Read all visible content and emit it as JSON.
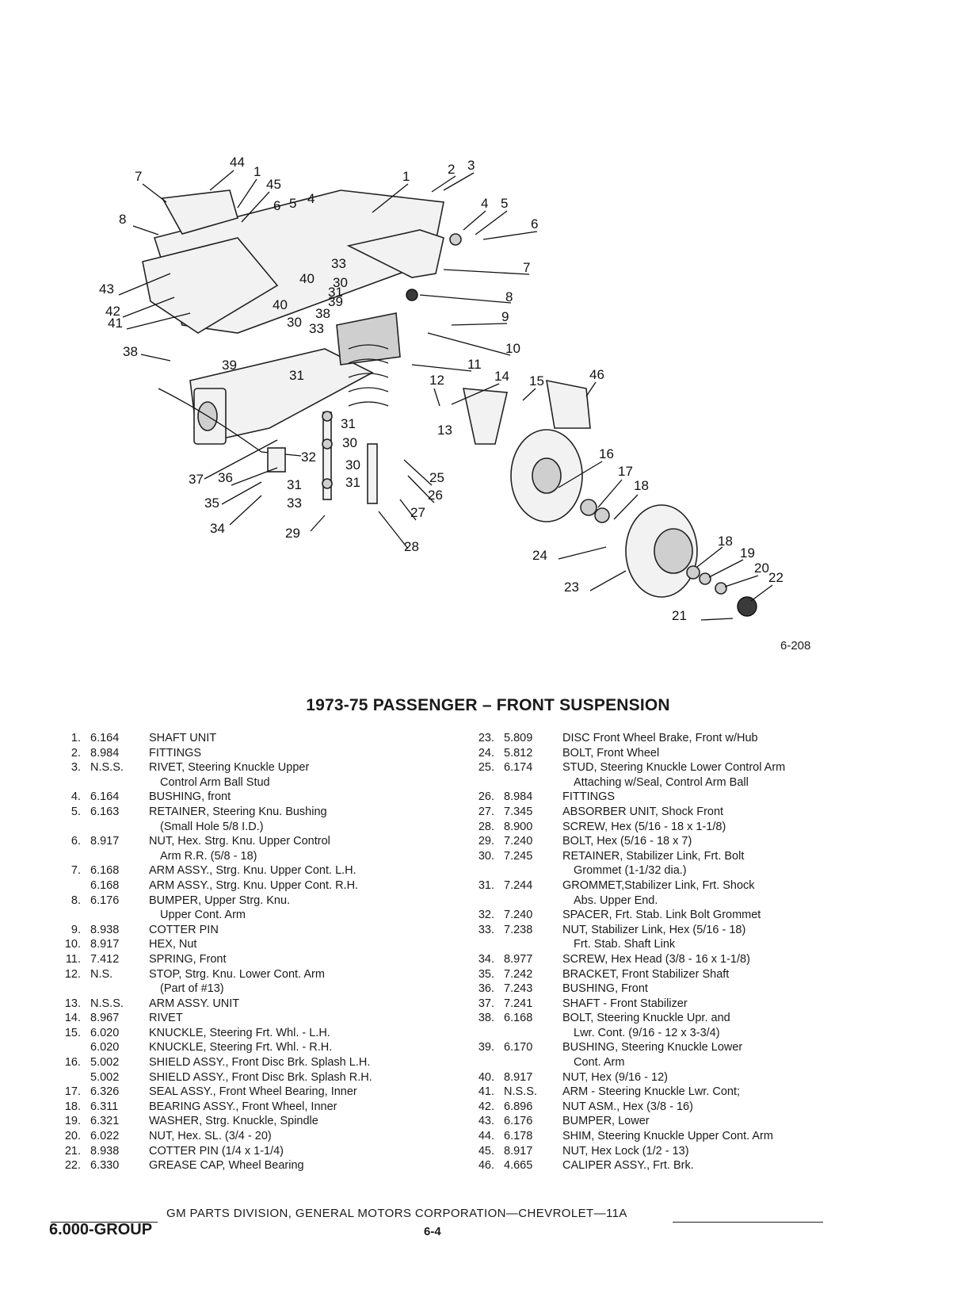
{
  "figure": {
    "code": "6-208",
    "callouts": [
      "1",
      "2",
      "3",
      "4",
      "5",
      "6",
      "7",
      "8",
      "9",
      "10",
      "11",
      "12",
      "13",
      "14",
      "15",
      "16",
      "17",
      "18",
      "19",
      "20",
      "21",
      "22",
      "23",
      "24",
      "25",
      "26",
      "27",
      "28",
      "29",
      "30",
      "31",
      "32",
      "33",
      "34",
      "35",
      "36",
      "37",
      "38",
      "39",
      "40",
      "41",
      "42",
      "43",
      "44",
      "45",
      "46"
    ]
  },
  "title": "1973-75 PASSENGER – FRONT SUSPENSION",
  "parts_left": [
    {
      "num": "1.",
      "code": "6.164",
      "desc": "SHAFT UNIT",
      "cont": ""
    },
    {
      "num": "2.",
      "code": "8.984",
      "desc": "FITTINGS",
      "cont": ""
    },
    {
      "num": "3.",
      "code": "N.S.S.",
      "desc": "RIVET, Steering Knuckle Upper",
      "cont": "Control Arm Ball Stud"
    },
    {
      "num": "4.",
      "code": "6.164",
      "desc": "BUSHING, front",
      "cont": ""
    },
    {
      "num": "5.",
      "code": "6.163",
      "desc": "RETAINER, Steering Knu. Bushing",
      "cont": "(Small Hole 5/8 I.D.)"
    },
    {
      "num": "6.",
      "code": "8.917",
      "desc": "NUT, Hex. Strg. Knu. Upper Control",
      "cont": "Arm R.R. (5/8 - 18)"
    },
    {
      "num": "7.",
      "code": "6.168",
      "desc": "ARM ASSY., Strg. Knu. Upper Cont. L.H.",
      "cont": ""
    },
    {
      "num": "",
      "code": "6.168",
      "desc": "ARM ASSY., Strg. Knu. Upper Cont. R.H.",
      "cont": ""
    },
    {
      "num": "8.",
      "code": "6.176",
      "desc": "BUMPER, Upper Strg. Knu.",
      "cont": "Upper Cont. Arm"
    },
    {
      "num": "9.",
      "code": "8.938",
      "desc": "COTTER PIN",
      "cont": ""
    },
    {
      "num": "10.",
      "code": "8.917",
      "desc": "HEX, Nut",
      "cont": ""
    },
    {
      "num": "11.",
      "code": "7.412",
      "desc": "SPRING, Front",
      "cont": ""
    },
    {
      "num": "12.",
      "code": "N.S.",
      "desc": "STOP, Strg. Knu. Lower Cont. Arm",
      "cont": "(Part of #13)"
    },
    {
      "num": "13.",
      "code": "N.S.S.",
      "desc": "ARM ASSY. UNIT",
      "cont": ""
    },
    {
      "num": "14.",
      "code": "8.967",
      "desc": "RIVET",
      "cont": ""
    },
    {
      "num": "15.",
      "code": "6.020",
      "desc": "KNUCKLE, Steering Frt. Whl. - L.H.",
      "cont": ""
    },
    {
      "num": "",
      "code": "6.020",
      "desc": "KNUCKLE, Steering Frt. Whl. - R.H.",
      "cont": ""
    },
    {
      "num": "16.",
      "code": "5.002",
      "desc": "SHIELD ASSY., Front Disc Brk. Splash L.H.",
      "cont": ""
    },
    {
      "num": "",
      "code": "5.002",
      "desc": "SHIELD ASSY., Front Disc Brk. Splash  R.H.",
      "cont": ""
    },
    {
      "num": "17.",
      "code": "6.326",
      "desc": "SEAL ASSY., Front Wheel Bearing, Inner",
      "cont": ""
    },
    {
      "num": "18.",
      "code": "6.311",
      "desc": "BEARING ASSY., Front Wheel, Inner",
      "cont": ""
    },
    {
      "num": "19.",
      "code": "6.321",
      "desc": "WASHER, Strg. Knuckle, Spindle",
      "cont": ""
    },
    {
      "num": "20.",
      "code": "6.022",
      "desc": "NUT, Hex. SL. (3/4 - 20)",
      "cont": ""
    },
    {
      "num": "21.",
      "code": "8.938",
      "desc": "COTTER PIN (1/4 x 1-1/4)",
      "cont": ""
    },
    {
      "num": "22.",
      "code": "6.330",
      "desc": "GREASE CAP, Wheel Bearing",
      "cont": ""
    }
  ],
  "parts_right": [
    {
      "num": "23.",
      "code": "5.809",
      "desc": "DISC Front Wheel Brake, Front w/Hub",
      "cont": ""
    },
    {
      "num": "24.",
      "code": "5.812",
      "desc": "BOLT, Front Wheel",
      "cont": ""
    },
    {
      "num": "25.",
      "code": "6.174",
      "desc": "STUD, Steering Knuckle Lower Control Arm",
      "cont": "Attaching w/Seal, Control Arm Ball"
    },
    {
      "num": "26.",
      "code": "8.984",
      "desc": "FITTINGS",
      "cont": ""
    },
    {
      "num": "27.",
      "code": "7.345",
      "desc": "ABSORBER UNIT, Shock Front",
      "cont": ""
    },
    {
      "num": "28.",
      "code": "8.900",
      "desc": "SCREW, Hex (5/16 - 18 x 1-1/8)",
      "cont": ""
    },
    {
      "num": "29.",
      "code": "7.240",
      "desc": "BOLT, Hex (5/16 - 18 x 7)",
      "cont": ""
    },
    {
      "num": "30.",
      "code": "7.245",
      "desc": "RETAINER, Stabilizer Link, Frt. Bolt",
      "cont": "Grommet (1-1/32 dia.)"
    },
    {
      "num": "31.",
      "code": "7.244",
      "desc": "GROMMET,Stabilizer Link, Frt. Shock",
      "cont": "Abs. Upper End."
    },
    {
      "num": "32.",
      "code": "7.240",
      "desc": "SPACER, Frt. Stab. Link Bolt Grommet",
      "cont": ""
    },
    {
      "num": "33.",
      "code": "7.238",
      "desc": "NUT, Stabilizer Link, Hex (5/16 - 18)",
      "cont": "Frt. Stab. Shaft Link"
    },
    {
      "num": "34.",
      "code": "8.977",
      "desc": "SCREW, Hex Head (3/8 - 16 x 1-1/8)",
      "cont": ""
    },
    {
      "num": "35.",
      "code": "7.242",
      "desc": "BRACKET, Front Stabilizer Shaft",
      "cont": ""
    },
    {
      "num": "36.",
      "code": "7.243",
      "desc": "BUSHING, Front",
      "cont": ""
    },
    {
      "num": "37.",
      "code": "7.241",
      "desc": "SHAFT - Front Stabilizer",
      "cont": ""
    },
    {
      "num": "38.",
      "code": "6.168",
      "desc": "BOLT, Steering Knuckle Upr. and",
      "cont": "Lwr. Cont. (9/16 - 12 x 3-3/4)"
    },
    {
      "num": "39.",
      "code": "6.170",
      "desc": "BUSHING, Steering Knuckle Lower",
      "cont": "Cont. Arm"
    },
    {
      "num": "40.",
      "code": "8.917",
      "desc": "NUT, Hex (9/16 - 12)",
      "cont": ""
    },
    {
      "num": "41.",
      "code": "N.S.S.",
      "desc": "ARM - Steering Knuckle Lwr. Cont;",
      "cont": ""
    },
    {
      "num": "42.",
      "code": "6.896",
      "desc": "NUT ASM., Hex (3/8 - 16)",
      "cont": ""
    },
    {
      "num": "43.",
      "code": "6.176",
      "desc": "BUMPER, Lower",
      "cont": ""
    },
    {
      "num": "44.",
      "code": "6.178",
      "desc": "SHIM, Steering Knuckle Upper  Cont. Arm",
      "cont": ""
    },
    {
      "num": "45.",
      "code": "8.917",
      "desc": "NUT, Hex Lock (1/2 - 13)",
      "cont": ""
    },
    {
      "num": "46.",
      "code": "4.665",
      "desc": "CALIPER ASSY., Frt. Brk.",
      "cont": ""
    }
  ],
  "footer": {
    "text": "GM PARTS DIVISION, GENERAL MOTORS CORPORATION—CHEVROLET—11A",
    "group": "6.000-GROUP",
    "page": "6-4"
  }
}
